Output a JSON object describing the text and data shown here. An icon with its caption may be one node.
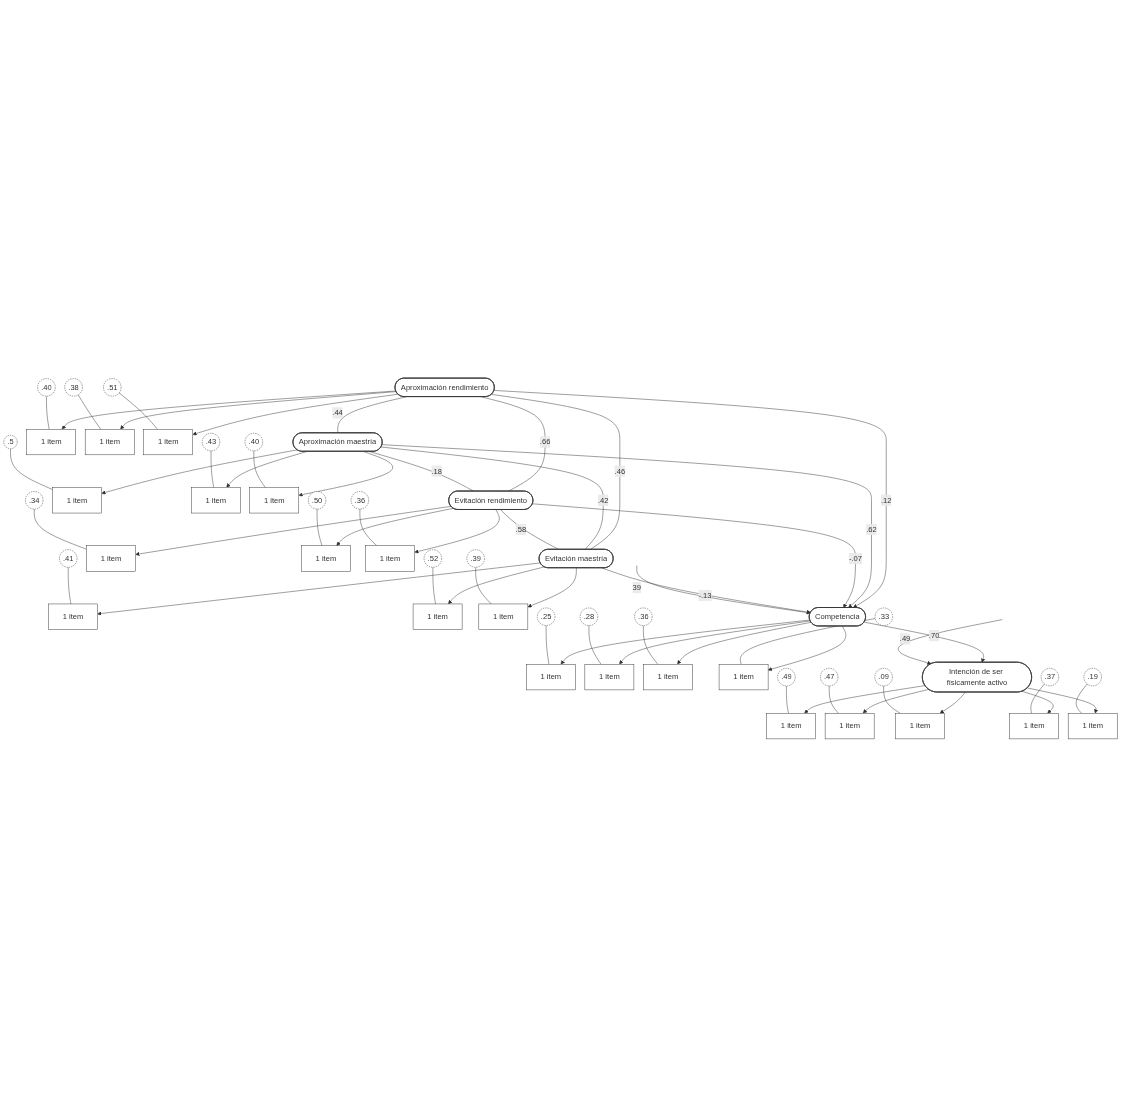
{
  "diagram": {
    "nodes": [
      {
        "text": [
          "Aproximación rendimiento"
        ]
      },
      {
        "text": [
          "Aproximación maestría"
        ]
      },
      {
        "text": [
          "Evitación rendimiento"
        ]
      },
      {
        "text": [
          "Evitación maestría"
        ]
      },
      {
        "text": [
          "1 item"
        ]
      },
      {
        "text": [
          "1 item"
        ]
      },
      {
        "text": [
          "1 item"
        ]
      },
      {
        "text": [
          "1 item"
        ]
      },
      {
        "text": [
          "1 item"
        ]
      },
      {
        "text": [
          "1 item"
        ]
      },
      {
        "text": [
          "1 item"
        ]
      },
      {
        "text": [
          "1 item"
        ]
      },
      {
        "text": [
          "1 item"
        ]
      },
      {
        "text": [
          "1 item"
        ]
      },
      {
        "text": [
          "1 item"
        ]
      },
      {
        "text": [
          "1 item"
        ]
      },
      {
        "text": [
          ".40"
        ]
      },
      {
        "text": [
          ".38"
        ]
      },
      {
        "text": [
          ".51"
        ]
      },
      {
        "text": [
          ".5"
        ]
      },
      {
        "text": [
          ".43"
        ]
      },
      {
        "text": [
          ".40"
        ]
      },
      {
        "text": [
          ".34"
        ]
      },
      {
        "text": [
          ".50"
        ]
      },
      {
        "text": [
          ".36"
        ]
      },
      {
        "text": [
          ".41"
        ]
      },
      {
        "text": [
          ".52"
        ]
      },
      {
        "text": [
          ".39"
        ]
      },
      {
        "text": [
          "Competencia"
        ]
      },
      {
        "text": [
          "1 item"
        ]
      },
      {
        "text": [
          "1 item"
        ]
      },
      {
        "text": [
          "1 item"
        ]
      },
      {
        "text": [
          "1 item"
        ]
      },
      {
        "text": [
          ".25"
        ]
      },
      {
        "text": [
          ".28"
        ]
      },
      {
        "text": [
          ".36"
        ]
      },
      {
        "text": [
          ".33"
        ]
      },
      {
        "text": [
          "Intención de ser físicamente activo"
        ]
      },
      {
        "text": [
          "1 item"
        ]
      },
      {
        "text": [
          "1 item"
        ]
      },
      {
        "text": [
          "1 item"
        ]
      },
      {
        "text": [
          "1 item"
        ]
      },
      {
        "text": [
          "1 item"
        ]
      },
      {
        "text": [
          ".49"
        ]
      },
      {
        "text": [
          ".47"
        ]
      },
      {
        "text": [
          ".09"
        ]
      },
      {
        "text": [
          ".37"
        ]
      },
      {
        "text": [
          ".19"
        ]
      }
    ],
    "edges": [
      {
        "from": 0,
        "to": 1,
        "arrow": "none",
        "label": ".44"
      },
      {
        "from": 0,
        "to": 2,
        "arrow": "none",
        "label": ".66"
      },
      {
        "from": 0,
        "to": 3,
        "arrow": "none",
        "label": ".46"
      },
      {
        "from": 1,
        "to": 2,
        "arrow": "none",
        "label": ".18"
      },
      {
        "from": 1,
        "to": 3,
        "arrow": "none",
        "label": ".42"
      },
      {
        "from": 2,
        "to": 3,
        "arrow": "none",
        "label": ".58"
      },
      {
        "from": 0,
        "to": 4,
        "arrow": "to"
      },
      {
        "from": 0,
        "to": 5,
        "arrow": "to"
      },
      {
        "from": 0,
        "to": 6,
        "arrow": "to"
      },
      {
        "from": 1,
        "to": 7,
        "arrow": "to"
      },
      {
        "from": 1,
        "to": 8,
        "arrow": "to"
      },
      {
        "from": 1,
        "to": 9,
        "arrow": "to"
      },
      {
        "from": 2,
        "to": 10,
        "arrow": "to"
      },
      {
        "from": 2,
        "to": 11,
        "arrow": "to"
      },
      {
        "from": 2,
        "to": 12,
        "arrow": "to"
      },
      {
        "from": 3,
        "to": 13,
        "arrow": "to"
      },
      {
        "from": 3,
        "to": 14,
        "arrow": "to"
      },
      {
        "from": 3,
        "to": 15,
        "arrow": "to"
      },
      {
        "from": 16,
        "to": 4,
        "arrow": "none"
      },
      {
        "from": 17,
        "to": 5,
        "arrow": "none"
      },
      {
        "from": 18,
        "to": 6,
        "arrow": "none"
      },
      {
        "from": 19,
        "to": 7,
        "arrow": "none"
      },
      {
        "from": 20,
        "to": 8,
        "arrow": "none"
      },
      {
        "from": 21,
        "to": 9,
        "arrow": "none"
      },
      {
        "from": 22,
        "to": 10,
        "arrow": "none"
      },
      {
        "from": 23,
        "to": 11,
        "arrow": "none"
      },
      {
        "from": 24,
        "to": 12,
        "arrow": "none"
      },
      {
        "from": 25,
        "to": 13,
        "arrow": "none"
      },
      {
        "from": 26,
        "to": 14,
        "arrow": "none"
      },
      {
        "from": 27,
        "to": 15,
        "arrow": "none"
      },
      {
        "from": 0,
        "to": 28,
        "arrow": "to",
        "label": ".12"
      },
      {
        "from": 1,
        "to": 28,
        "arrow": "to",
        "label": ".62"
      },
      {
        "from": 2,
        "to": 28,
        "arrow": "to",
        "label": "-.07"
      },
      {
        "from": 3,
        "to": 28,
        "arrow": "to",
        "label": "-.13"
      },
      {
        "from": null,
        "to": 28,
        "arrow": "to",
        "label": "39"
      },
      {
        "from": 28,
        "to": 29,
        "arrow": "to"
      },
      {
        "from": 28,
        "to": 30,
        "arrow": "to"
      },
      {
        "from": 28,
        "to": 31,
        "arrow": "to"
      },
      {
        "from": 28,
        "to": 32,
        "arrow": "to"
      },
      {
        "from": 33,
        "to": 29,
        "arrow": "none"
      },
      {
        "from": 34,
        "to": 30,
        "arrow": "none"
      },
      {
        "from": 35,
        "to": 31,
        "arrow": "none"
      },
      {
        "from": 36,
        "to": 32,
        "arrow": "none"
      },
      {
        "from": 28,
        "to": 37,
        "arrow": "to",
        "label": ".70"
      },
      {
        "from": null,
        "to": 37,
        "arrow": "to",
        "label": ".49"
      },
      {
        "from": 37,
        "to": 38,
        "arrow": "to"
      },
      {
        "from": 37,
        "to": 39,
        "arrow": "to"
      },
      {
        "from": 37,
        "to": 40,
        "arrow": "to"
      },
      {
        "from": 37,
        "to": 41,
        "arrow": "to"
      },
      {
        "from": 37,
        "to": 42,
        "arrow": "to"
      },
      {
        "from": 43,
        "to": 38,
        "arrow": "none"
      },
      {
        "from": 44,
        "to": 39,
        "arrow": "none"
      },
      {
        "from": 45,
        "to": 40,
        "arrow": "none"
      },
      {
        "from": 46,
        "to": 41,
        "arrow": "none"
      },
      {
        "from": 47,
        "to": 42,
        "arrow": "none"
      }
    ]
  }
}
